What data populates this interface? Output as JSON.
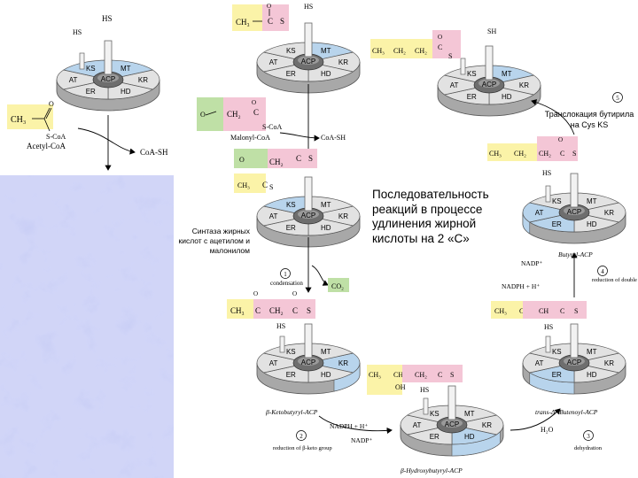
{
  "title_text": "Последовательность реакций в процессе удлинения жирной кислоты на 2 «С»",
  "side_caption": "Синтаза жирных кислот с ацетилом и малонилом",
  "translocation_caption": "Транслокация бутирила на Cys KS",
  "enzyme": {
    "sh_label": "HS",
    "sh_label2": "SH",
    "domains": {
      "ks": "KS",
      "mt": "MT",
      "kr": "KR",
      "hd": "HD",
      "er": "ER",
      "at": "AT",
      "acp": "ACP"
    }
  },
  "labels": {
    "acetyl_coa": "Acetyl-CoA",
    "coa_sh": "CoA-SH",
    "coa_sh2": "CoA-SH",
    "malonyl_coa": "Malonyl-CoA",
    "s_coa": "S-CoA",
    "s_coa2": "S-CoA",
    "ch3": "CH₃",
    "ch2": "CH₂",
    "co2": "CO₂",
    "ketobutyryl": "β-Ketobutyryl-ACP",
    "hydroxybutyryl": "β-Hydroxybutyryl-ACP",
    "butenoyl": "trans-Δ²-Butenoyl-ACP",
    "butyryl": "Butyryl-ACP",
    "condensation": "condensation",
    "reduction_keto": "reduction of β-keto group",
    "dehydration": "dehydration",
    "reduction_double": "reduction of double bond",
    "nadph_h": "NADPH + H⁺",
    "nadp": "NADP⁺",
    "h2o": "H₂O",
    "oh": "OH",
    "step1": "1",
    "step2": "2",
    "step3": "3",
    "step4": "4",
    "step5": "5"
  },
  "colors": {
    "ks_mt_highlight": "#b8d4ec",
    "acyl_yellow": "#fbf3a8",
    "thio_pink": "#f4c6d6",
    "malonyl_green": "#bfe0a6",
    "disk_top": "#e2e2e2",
    "disk_side": "#a8a8a8",
    "hub": "#6e6e6e"
  }
}
